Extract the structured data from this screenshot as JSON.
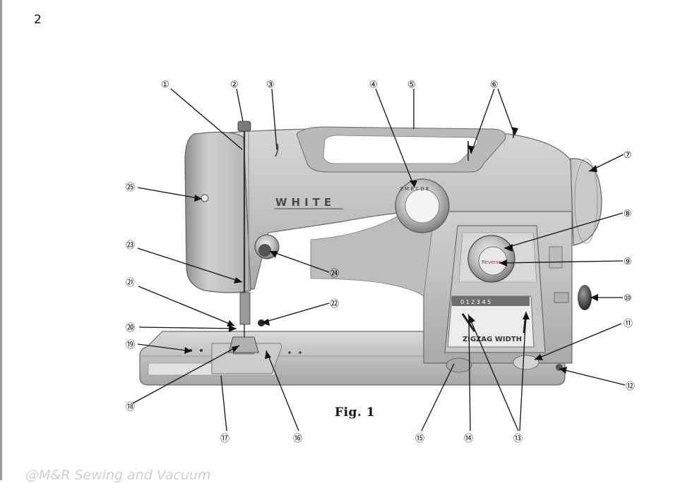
{
  "page_number": "2",
  "brand": "WHITE",
  "reverse_label": "Reverse",
  "zigzag_label": "ZIGZAG WIDTH",
  "zigzag_scale": "0 1 2 3 4 5",
  "dial_letters": "Z M B C D E",
  "figure_caption": "Fig. 1",
  "callouts": [
    "①",
    "②",
    "③",
    "④",
    "⑤",
    "⑥",
    "⑦",
    "⑧",
    "⑨",
    "⑩",
    "⑪",
    "⑫",
    "⑬",
    "⑭",
    "⑮",
    "⑯",
    "⑰",
    "⑱",
    "⑲",
    "⑳",
    "㉑",
    "㉒",
    "㉓",
    "㉔",
    "㉕"
  ],
  "watermark": "@M&R Sewing and Vacuum"
}
